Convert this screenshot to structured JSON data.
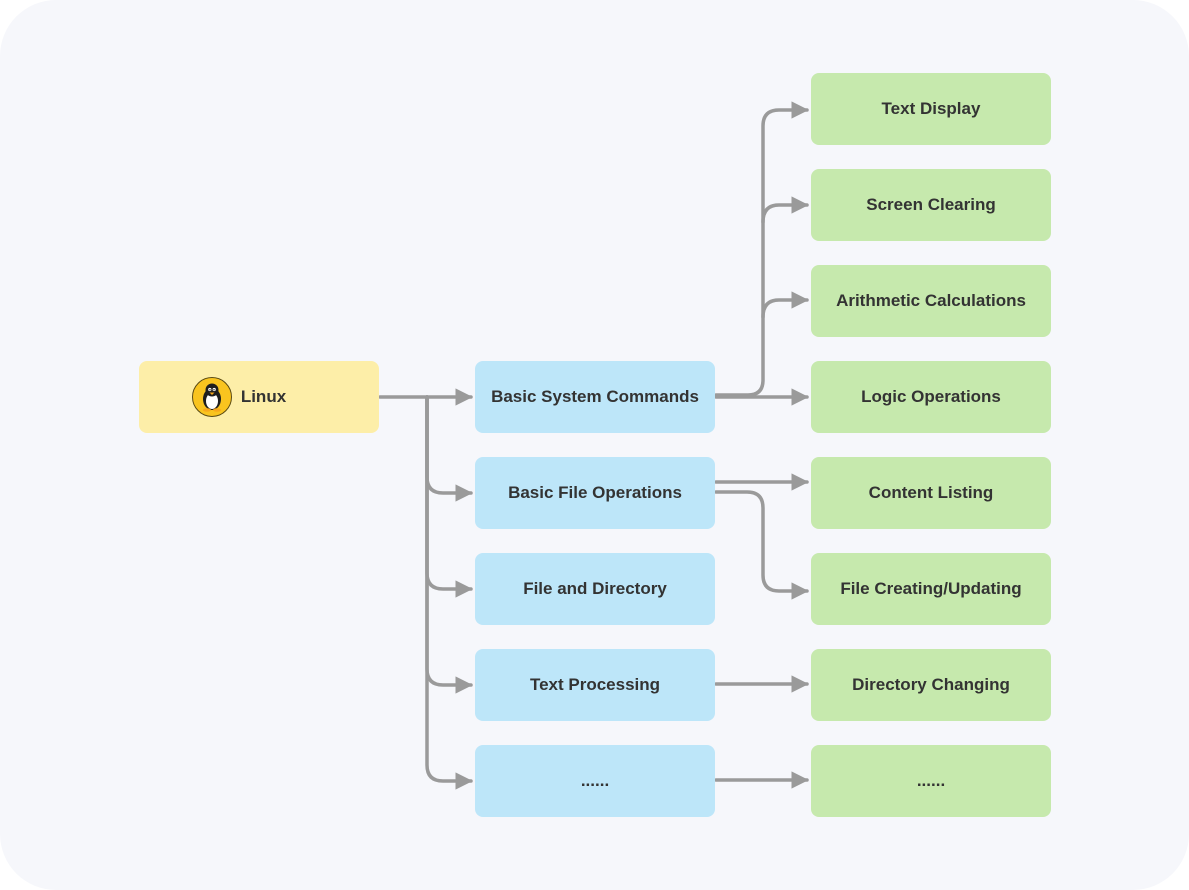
{
  "colors": {
    "root_bg": "#fdeea8",
    "mid_bg": "#bde6f9",
    "leaf_bg": "#c6e9ad",
    "connector": "#9a9a9a",
    "text": "#333333",
    "canvas": "#f6f7fb"
  },
  "root": {
    "label": "Linux",
    "icon": "linux-penguin-icon"
  },
  "level1": [
    {
      "label": "Basic System Commands"
    },
    {
      "label": "Basic File Operations"
    },
    {
      "label": "File and Directory"
    },
    {
      "label": "Text Processing"
    },
    {
      "label": "......"
    }
  ],
  "level2": [
    {
      "label": "Text Display"
    },
    {
      "label": "Screen Clearing"
    },
    {
      "label": "Arithmetic Calculations"
    },
    {
      "label": "Logic Operations"
    },
    {
      "label": "Content Listing"
    },
    {
      "label": "File Creating/Updating"
    },
    {
      "label": "Directory Changing"
    },
    {
      "label": "......"
    }
  ]
}
